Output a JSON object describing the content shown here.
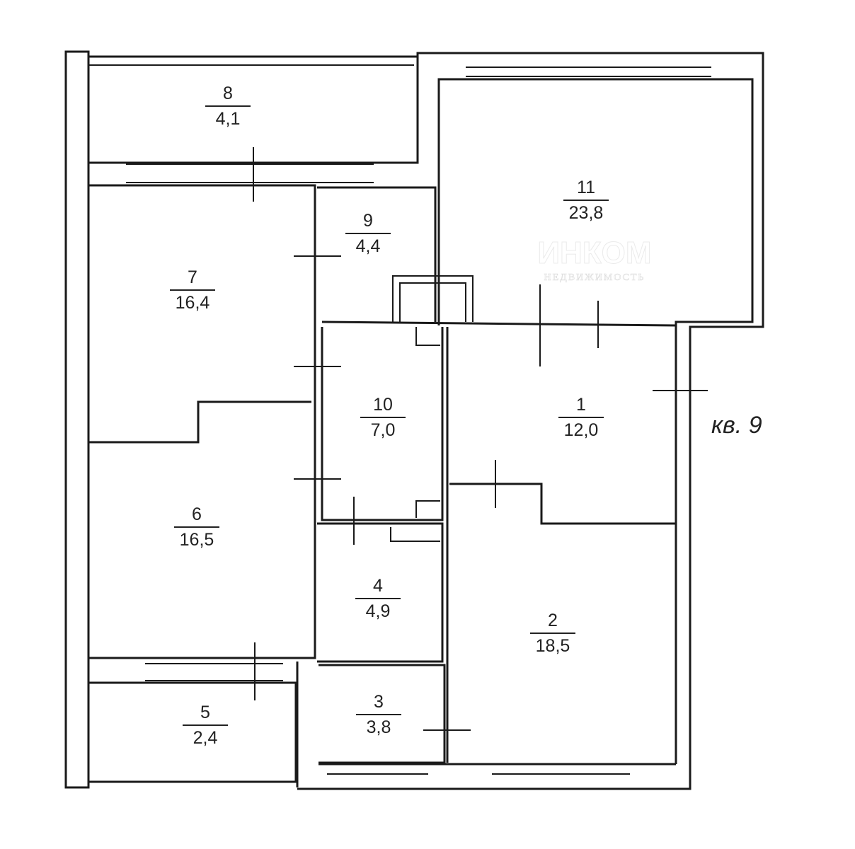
{
  "plan": {
    "apartment_label": "кв. 9",
    "watermark": {
      "brand": "ИНКОМ",
      "subtitle": "недвижимость"
    },
    "rooms": [
      {
        "number": "1",
        "area": "12,0"
      },
      {
        "number": "2",
        "area": "18,5"
      },
      {
        "number": "3",
        "area": "3,8"
      },
      {
        "number": "4",
        "area": "4,9"
      },
      {
        "number": "5",
        "area": "2,4"
      },
      {
        "number": "6",
        "area": "16,5"
      },
      {
        "number": "7",
        "area": "16,4"
      },
      {
        "number": "8",
        "area": "4,1"
      },
      {
        "number": "9",
        "area": "4,4"
      },
      {
        "number": "10",
        "area": "7,0"
      },
      {
        "number": "11",
        "area": "23,8"
      }
    ]
  }
}
